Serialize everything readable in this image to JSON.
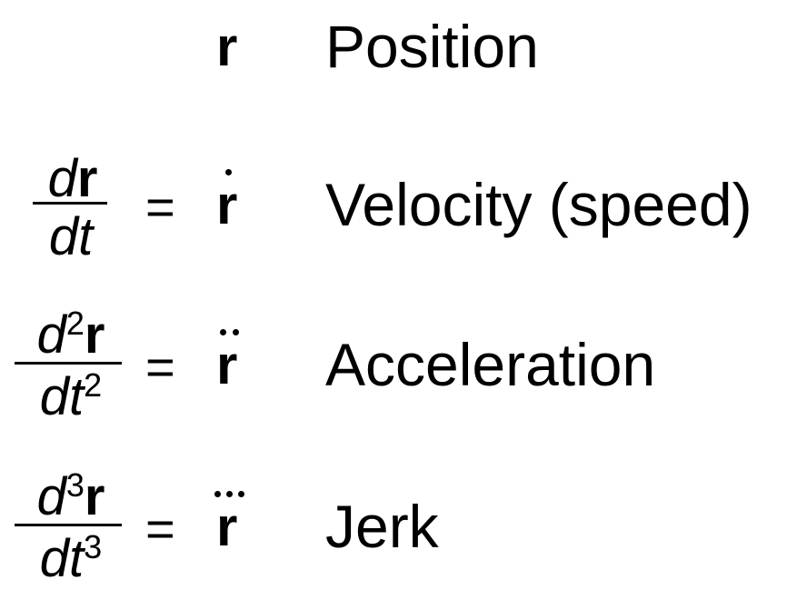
{
  "rows": [
    {
      "label": "Position",
      "symbol": "r",
      "dots": 0
    },
    {
      "label": "Velocity (speed)",
      "symbol": "r",
      "dots": 1,
      "fraction": {
        "num_d": "d",
        "num_order": "",
        "num_var": "r",
        "den_dt": "dt",
        "den_order": ""
      },
      "equals": "="
    },
    {
      "label": "Acceleration",
      "symbol": "r",
      "dots": 2,
      "fraction": {
        "num_d": "d",
        "num_order": "2",
        "num_var": "r",
        "den_dt": "dt",
        "den_order": "2"
      },
      "equals": "="
    },
    {
      "label": "Jerk",
      "symbol": "r",
      "dots": 3,
      "fraction": {
        "num_d": "d",
        "num_order": "3",
        "num_var": "r",
        "den_dt": "dt",
        "den_order": "3"
      },
      "equals": "="
    }
  ]
}
